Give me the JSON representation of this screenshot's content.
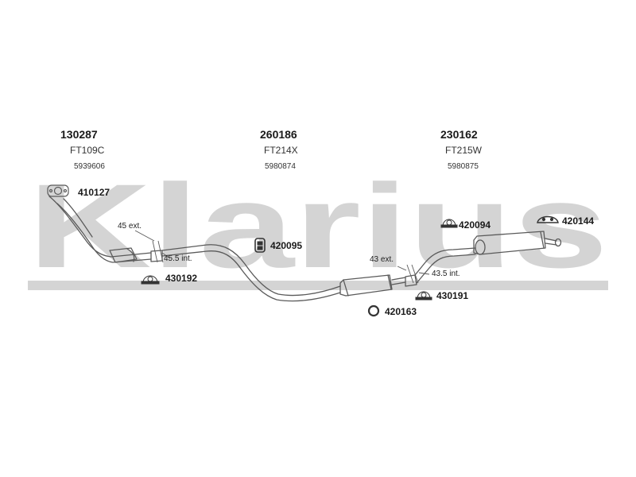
{
  "watermark": {
    "text": "Klarius",
    "color": "#d4d4d4"
  },
  "colors": {
    "line": "#5a5a5a",
    "text": "#1a1a1a"
  },
  "sections": [
    {
      "code": "130287",
      "name": "FT109C",
      "ref": "5939606"
    },
    {
      "code": "260186",
      "name": "FT214X",
      "ref": "5980874"
    },
    {
      "code": "230162",
      "name": "FT215W",
      "ref": "5980875"
    }
  ],
  "parts": [
    {
      "number": "410127",
      "icon": "flange-gasket-icon"
    },
    {
      "number": "430192",
      "icon": "rubber-mount-icon"
    },
    {
      "number": "420095",
      "icon": "rubber-hanger-icon"
    },
    {
      "number": "420163",
      "icon": "ring-mount-icon"
    },
    {
      "number": "420094",
      "icon": "rubber-mount-icon"
    },
    {
      "number": "430191",
      "icon": "rubber-mount-icon"
    },
    {
      "number": "420144",
      "icon": "rubber-strap-icon"
    }
  ],
  "dimensions": [
    {
      "text": "45 ext."
    },
    {
      "text": "45.5 int."
    },
    {
      "text": "43 ext."
    },
    {
      "text": "43.5 int."
    }
  ]
}
